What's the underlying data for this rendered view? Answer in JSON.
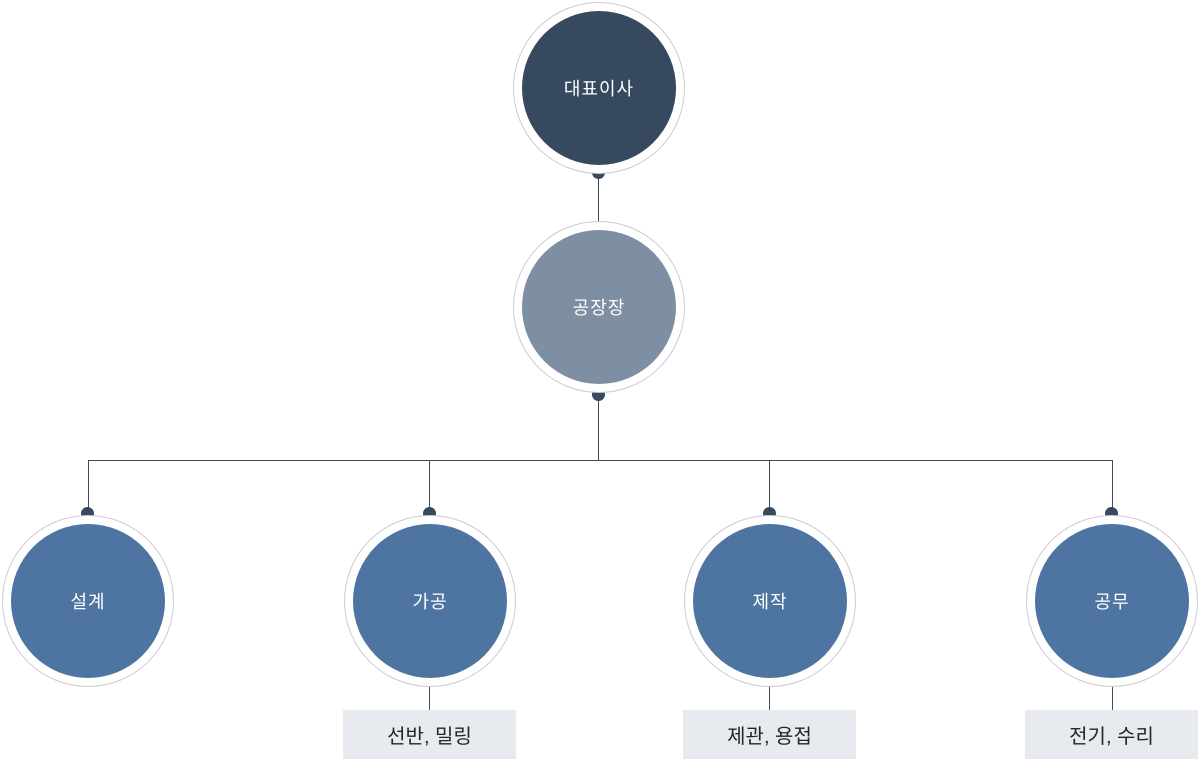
{
  "colors": {
    "background": "#ffffff",
    "node_ceo_fill": "#36495e",
    "node_manager_fill": "#7e8fa4",
    "node_dept_fill": "#4e74a1",
    "node_text": "#ffffff",
    "ring_border": "#c9cbd0",
    "connector_line": "#3f4c59",
    "connector_dot": "#36495e",
    "sub_box_bg": "#e7eaee",
    "sub_box_text": "#22262b"
  },
  "org_chart": {
    "root": {
      "label": "대표이사"
    },
    "manager": {
      "label": "공장장"
    },
    "departments": [
      {
        "label": "설계",
        "sub_label": ""
      },
      {
        "label": "가공",
        "sub_label": "선반, 밀링"
      },
      {
        "label": "제작",
        "sub_label": "제관, 용접"
      },
      {
        "label": "공무",
        "sub_label": "전기, 수리"
      }
    ]
  }
}
